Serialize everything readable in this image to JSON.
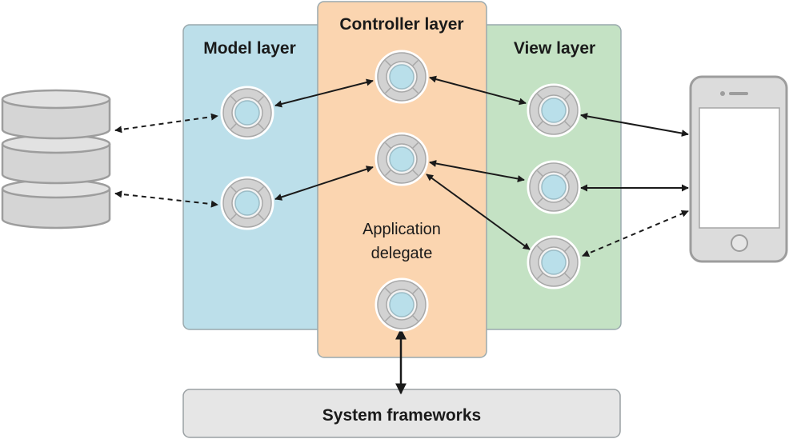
{
  "layers": {
    "model": {
      "title": "Model layer",
      "fill": "#bcdfea",
      "stroke": "#9aa9ad"
    },
    "controller": {
      "title": "Controller layer",
      "fill": "#fbd5b0",
      "stroke": "#9aa9ad"
    },
    "view": {
      "title": "View layer",
      "fill": "#c4e2c4",
      "stroke": "#9aa9ad"
    }
  },
  "app_delegate": {
    "line1": "Application",
    "line2": "delegate"
  },
  "system_frameworks": {
    "label": "System frameworks",
    "fill": "#e6e6e6"
  },
  "objects": {
    "icon": "object-node-icon",
    "ring_color": "#d2d2d2",
    "core_color": "#b9dfea"
  },
  "data_store": {
    "icon": "database-icon"
  },
  "device": {
    "icon": "iphone-icon"
  }
}
